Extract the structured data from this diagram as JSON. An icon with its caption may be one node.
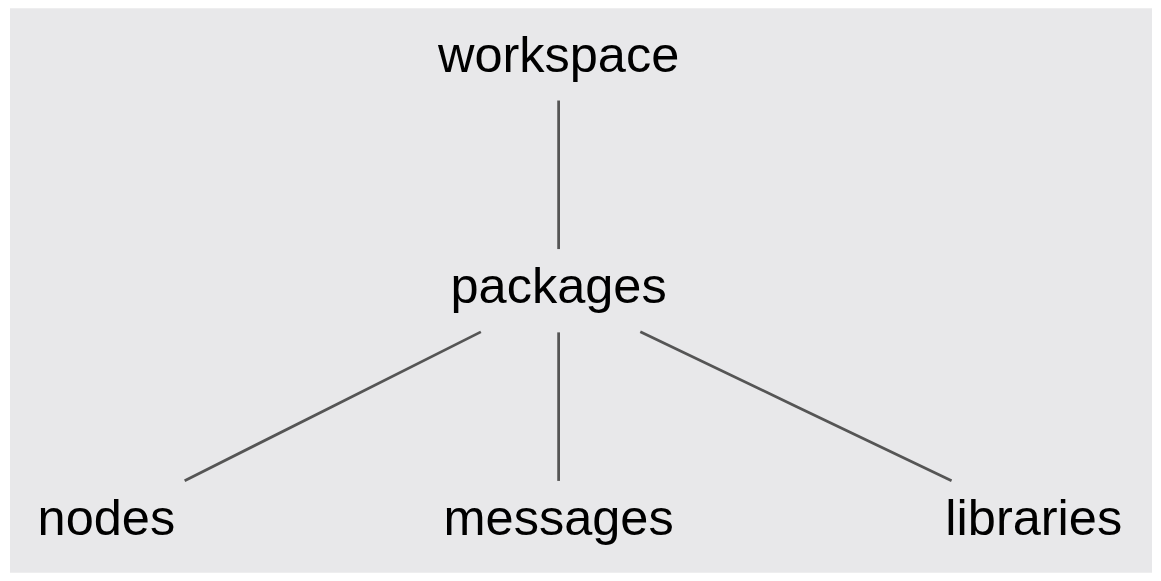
{
  "diagram": {
    "nodes": [
      {
        "text": [
          "workspace"
        ]
      },
      {
        "text": [
          "packages"
        ]
      },
      {
        "text": [
          "nodes"
        ]
      },
      {
        "text": [
          "messages"
        ]
      },
      {
        "text": [
          "libraries"
        ]
      }
    ],
    "edges": [
      {
        "from": 0,
        "to": 1,
        "arrow": "none"
      },
      {
        "from": 1,
        "to": 2,
        "arrow": "none"
      },
      {
        "from": 1,
        "to": 3,
        "arrow": "none"
      },
      {
        "from": 1,
        "to": 4,
        "arrow": "none"
      }
    ]
  }
}
